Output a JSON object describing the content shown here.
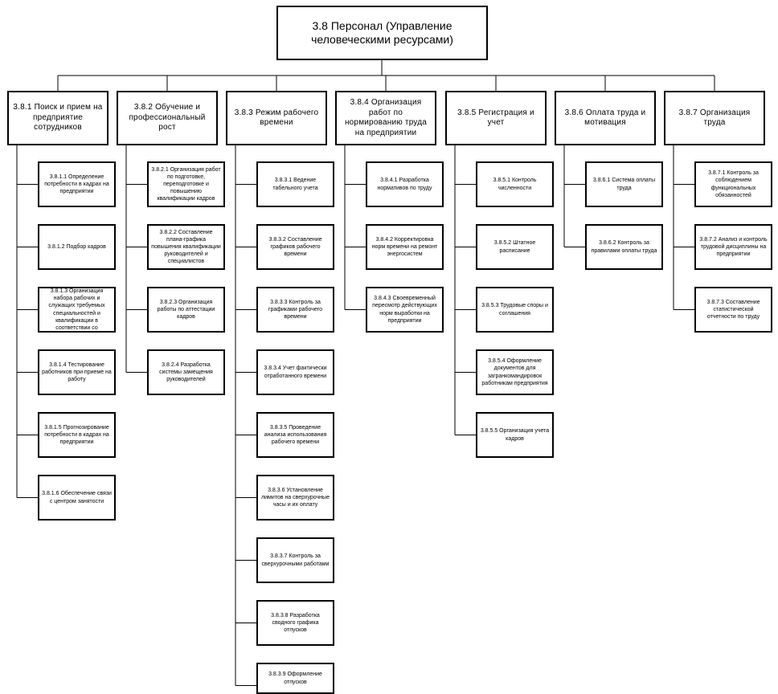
{
  "root": {
    "label": "3.8 Персонал (Управление человеческими ресурсами)"
  },
  "categories": [
    {
      "label": "3.8.1 Поиск и прием на предприятие сотрудников",
      "items": [
        "3.8.1.1 Определение потребности в кадрах на предприятии",
        "3.8.1.2 Подбор кадров",
        "3.8.1.3 Организация набора рабочих и служащих требуемых специальностей и квалификации в соответствии со",
        "3.8.1.4 Тестирование работников при приеме на работу",
        "3.8.1.5 Прогнозирование потребности в кадрах на предприятии",
        "3.8.1.6 Обеспечение связи с центром занятости"
      ]
    },
    {
      "label": "3.8.2 Обучение и профессиональный рост",
      "items": [
        "3.8.2.1 Организация работ по подготовке, переподготовке и повышению квалификации кадров",
        "3.8.2.2 Составление плана-графика повышения квалификации руководителей и специалистов",
        "3.8.2.3 Организация работы по аттестации кадров",
        "3.8.2.4 Разработка системы замещения руководителей"
      ]
    },
    {
      "label": "3.8.3 Режим рабочего времени",
      "items": [
        "3.8.3.1 Ведение табельного учета",
        "3.8.3.2 Составление графиков рабочего времени",
        "3.8.3.3 Контроль за графиками рабочего времени",
        "3.8.3.4 Учет фактически отработанного времени",
        "3.8.3.5 Проведение анализа использования рабочего времени",
        "3.8.3.6 Установление лимитов на сверхурочные часы и их оплату",
        "3.8.3.7 Контроль за сверхурочными работами",
        "3.8.3.8 Разработка сводного графика отпусков",
        "3.8.3.9 Оформление отпусков"
      ]
    },
    {
      "label": "3.8.4 Организация работ по нормированию труда на предприятии",
      "items": [
        "3.8.4.1 Разработка нормативов по труду",
        "3.8.4.2 Корректировка норм времени на ремонт энергосистем",
        "3.8.4.3 Своевременный пересмотр действующих норм выработки на предприятии"
      ]
    },
    {
      "label": "3.8.5 Регистрация и учет",
      "items": [
        "3.8.5.1 Контроль численности",
        "3.8.5.2 Штатное расписание",
        "3.8.5.3 Трудовые споры и соглашения",
        "3.8.5.4 Оформление документов для загранкомандировок работникам предприятия",
        "3.8.5.5 Организация учета кадров"
      ]
    },
    {
      "label": "3.8.6 Оплата труда и мотивация",
      "items": [
        "3.8.6.1 Система оплаты труда",
        "3.8.6.2 Контроль за правилами оплаты труда"
      ]
    },
    {
      "label": "3.8.7 Организация труда",
      "items": [
        "3.8.7.1 Контроль за соблюдением функциональных обязанностей",
        "3.8.7.2 Анализ и контроль трудовой дисциплины на предприятии",
        "3.8.7.3 Составление статистической отчетности по труду"
      ]
    }
  ]
}
